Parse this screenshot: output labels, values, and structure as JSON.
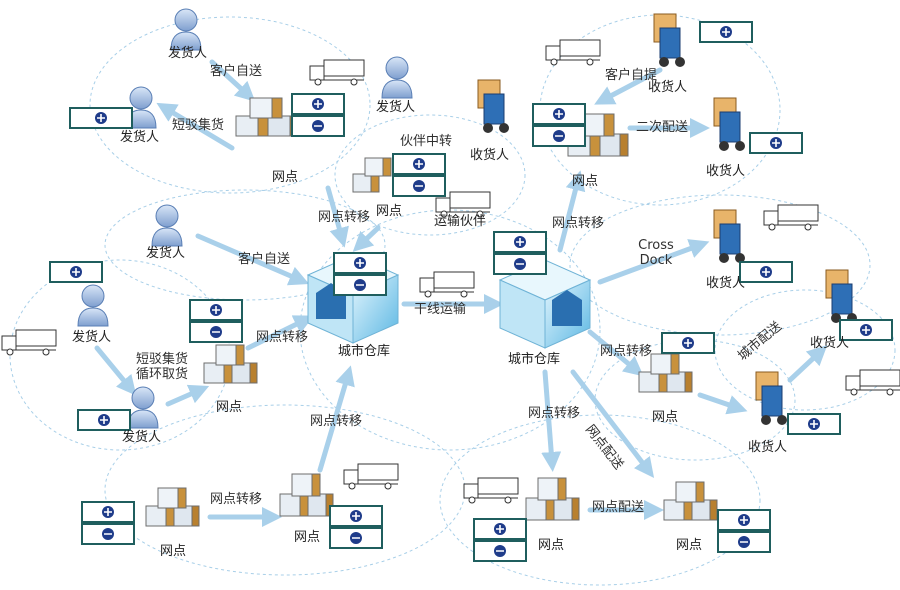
{
  "sender_label": "发货人",
  "receiver_label": "收货人",
  "outlet_label": "网点",
  "city_warehouse_label": "城市仓库",
  "transport_partner_label": "运输伙伴",
  "edges": {
    "customer_self_delivery": "客户自送",
    "short_haul_collection": "短驳集货",
    "partner_transfer": "伙伴中转",
    "outlet_transfer": "网点转移",
    "short_haul_loop_pickup": "短驳集货循环取货",
    "trunk_transport": "干线运输",
    "customer_self_pickup": "客户自提",
    "secondary_delivery": "二次配送",
    "cross_dock": "Cross Dock",
    "city_delivery": "城市配送",
    "outlet_delivery": "网点配送"
  },
  "colors": {
    "arrow": "#a9d0ea",
    "dashed_ellipse": "#a8cfe8",
    "plus_minus_box_border": "#1f5e5e",
    "sign_glyph": "#1f3c8a"
  }
}
